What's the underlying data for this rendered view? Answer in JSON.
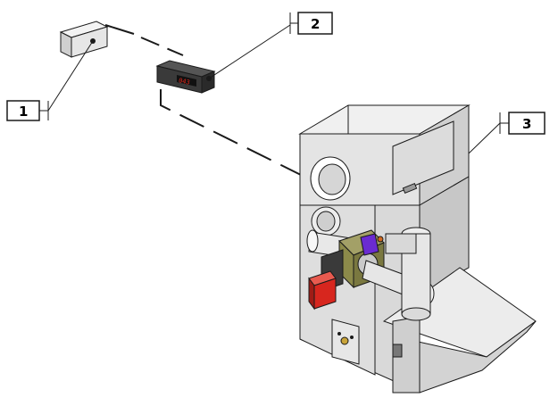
{
  "callouts": [
    {
      "number": "1",
      "target": "sensor-box"
    },
    {
      "number": "2",
      "target": "digital-controller"
    },
    {
      "number": "3",
      "target": "probe-port"
    }
  ],
  "controller_display": "043",
  "colors": {
    "display_red": "#e0261a",
    "burner_red": "#d7261e",
    "valve_purple": "#6a2bd1",
    "flange_olive": "#8c8a4a",
    "panel_grey": "#d9d9d9",
    "outline": "#1a1a1a"
  },
  "icons": [
    "sensor-box-icon",
    "controller-icon",
    "boiler-icon"
  ]
}
